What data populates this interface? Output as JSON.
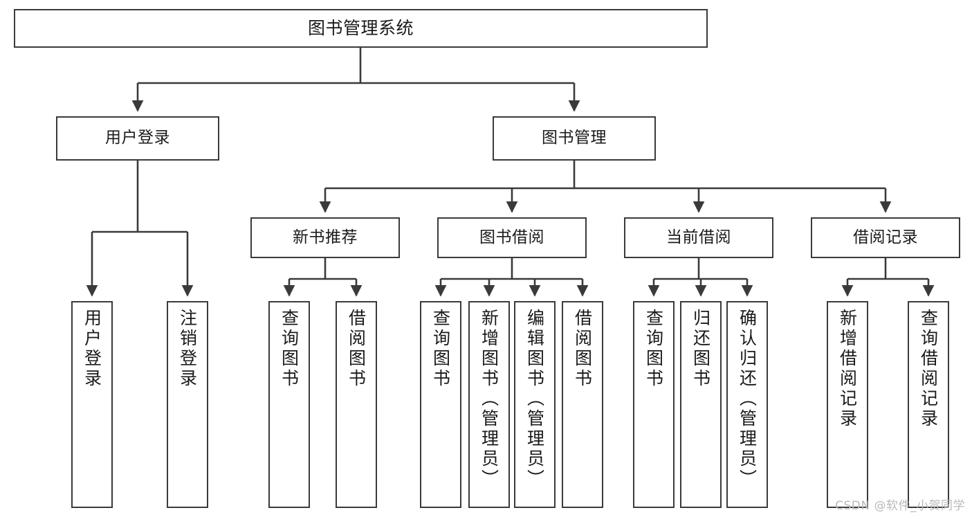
{
  "diagram": {
    "title": "图书管理系统",
    "type": "tree",
    "watermark": "CSDN @软件_小贺同学",
    "colors": {
      "background": "#ffffff",
      "box_border": "#3a3a3a",
      "connector": "#3a3a3a",
      "text": "#1a1a1a",
      "watermark": "#b9b9b9"
    },
    "nodes": {
      "root": "图书管理系统",
      "level2": {
        "user_login": "用户登录",
        "book_manage": "图书管理"
      },
      "level3": {
        "new_book_recommend": "新书推荐",
        "book_borrow": "图书借阅",
        "current_borrow": "当前借阅",
        "borrow_record": "借阅记录"
      },
      "leaves": {
        "user_login_1": "用户登录",
        "user_login_2": "注销登录",
        "recommend_1": "查询图书",
        "recommend_2": "借阅图书",
        "borrow_1": "查询图书",
        "borrow_2": "新增图书（管理员）",
        "borrow_3": "编辑图书（管理员）",
        "borrow_4": "借阅图书",
        "current_1": "查询图书",
        "current_2": "归还图书",
        "current_3": "确认归还（管理员）",
        "record_1": "新增借阅记录",
        "record_2": "查询借阅记录"
      }
    }
  }
}
